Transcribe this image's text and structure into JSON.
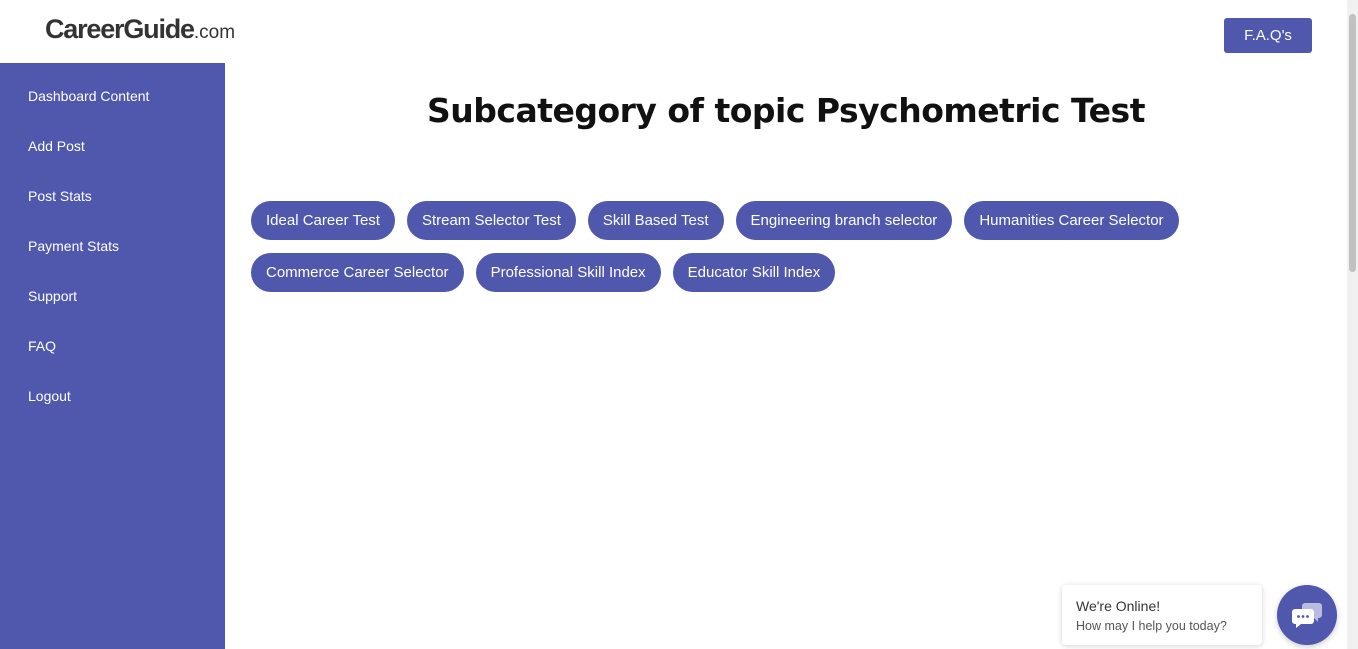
{
  "header": {
    "logo_brand": "CareerGuide",
    "logo_tld": ".com",
    "faq_label": "F.A.Q's"
  },
  "sidebar": {
    "items": [
      {
        "label": "Dashboard Content"
      },
      {
        "label": "Add Post"
      },
      {
        "label": "Post Stats"
      },
      {
        "label": "Payment Stats"
      },
      {
        "label": "Support"
      },
      {
        "label": "FAQ"
      },
      {
        "label": "Logout"
      }
    ]
  },
  "main": {
    "title": "Subcategory of topic Psychometric Test",
    "subcategories": [
      {
        "label": "Ideal Career Test"
      },
      {
        "label": "Stream Selector Test"
      },
      {
        "label": "Skill Based Test"
      },
      {
        "label": "Engineering branch selector"
      },
      {
        "label": "Humanities Career Selector"
      },
      {
        "label": "Commerce Career Selector"
      },
      {
        "label": "Professional Skill Index"
      },
      {
        "label": "Educator Skill Index"
      }
    ]
  },
  "chat": {
    "title": "We're Online!",
    "subtitle": "How may I help you today?",
    "icon": "chat-icon"
  },
  "colors": {
    "accent": "#4f58ad",
    "background": "#ffffff"
  }
}
